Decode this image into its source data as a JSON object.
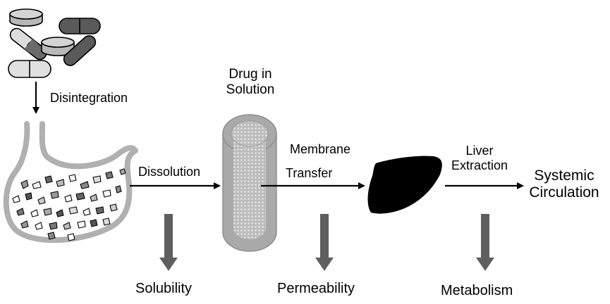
{
  "steps": {
    "disintegration": "Disintegration",
    "dissolution": "Dissolution",
    "drug_in_solution": [
      "Drug in",
      "Solution"
    ],
    "membrane_transfer": [
      "Membrane",
      "Transfer"
    ],
    "liver_extraction": [
      "Liver",
      "Extraction"
    ],
    "systemic_circulation": [
      "Systemic",
      "Circulation"
    ]
  },
  "factors": {
    "solubility": "Solubility",
    "permeability": "Permeability",
    "metabolism": "Metabolism"
  },
  "colors": {
    "stroke": "#000000",
    "pill_light": "#c8c8c8",
    "pill_dark": "#5a5a5a",
    "stomach_outline": "#b4b4b4",
    "vessel": "#a9a9a9",
    "vessel_mesh": "#d4d4d4",
    "factor_arrow": "#5f5f5f",
    "liver": "#000000"
  }
}
